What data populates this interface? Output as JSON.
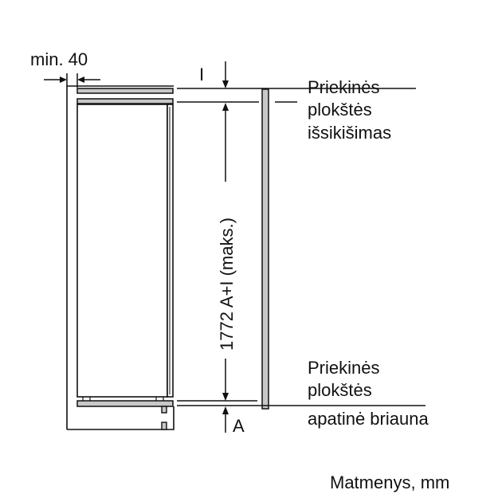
{
  "diagram": {
    "type": "installation-dimension-drawing",
    "labels": {
      "min_gap": "min. 40",
      "top_marker": "I",
      "bottom_marker": "A",
      "height_dimension": "1772 A+I (maks.)",
      "top_callout": {
        "line1": "Priekinės",
        "line2": "plokštės",
        "line3": "išsikišimas"
      },
      "bottom_callout": {
        "line1": "Priekinės",
        "line2": "plokštės",
        "line3": "apatinė briauna"
      },
      "units_note": "Matmenys, mm"
    },
    "colors": {
      "line": "#111111",
      "fill_gray": "#c8c8c8",
      "background": "#ffffff"
    }
  }
}
